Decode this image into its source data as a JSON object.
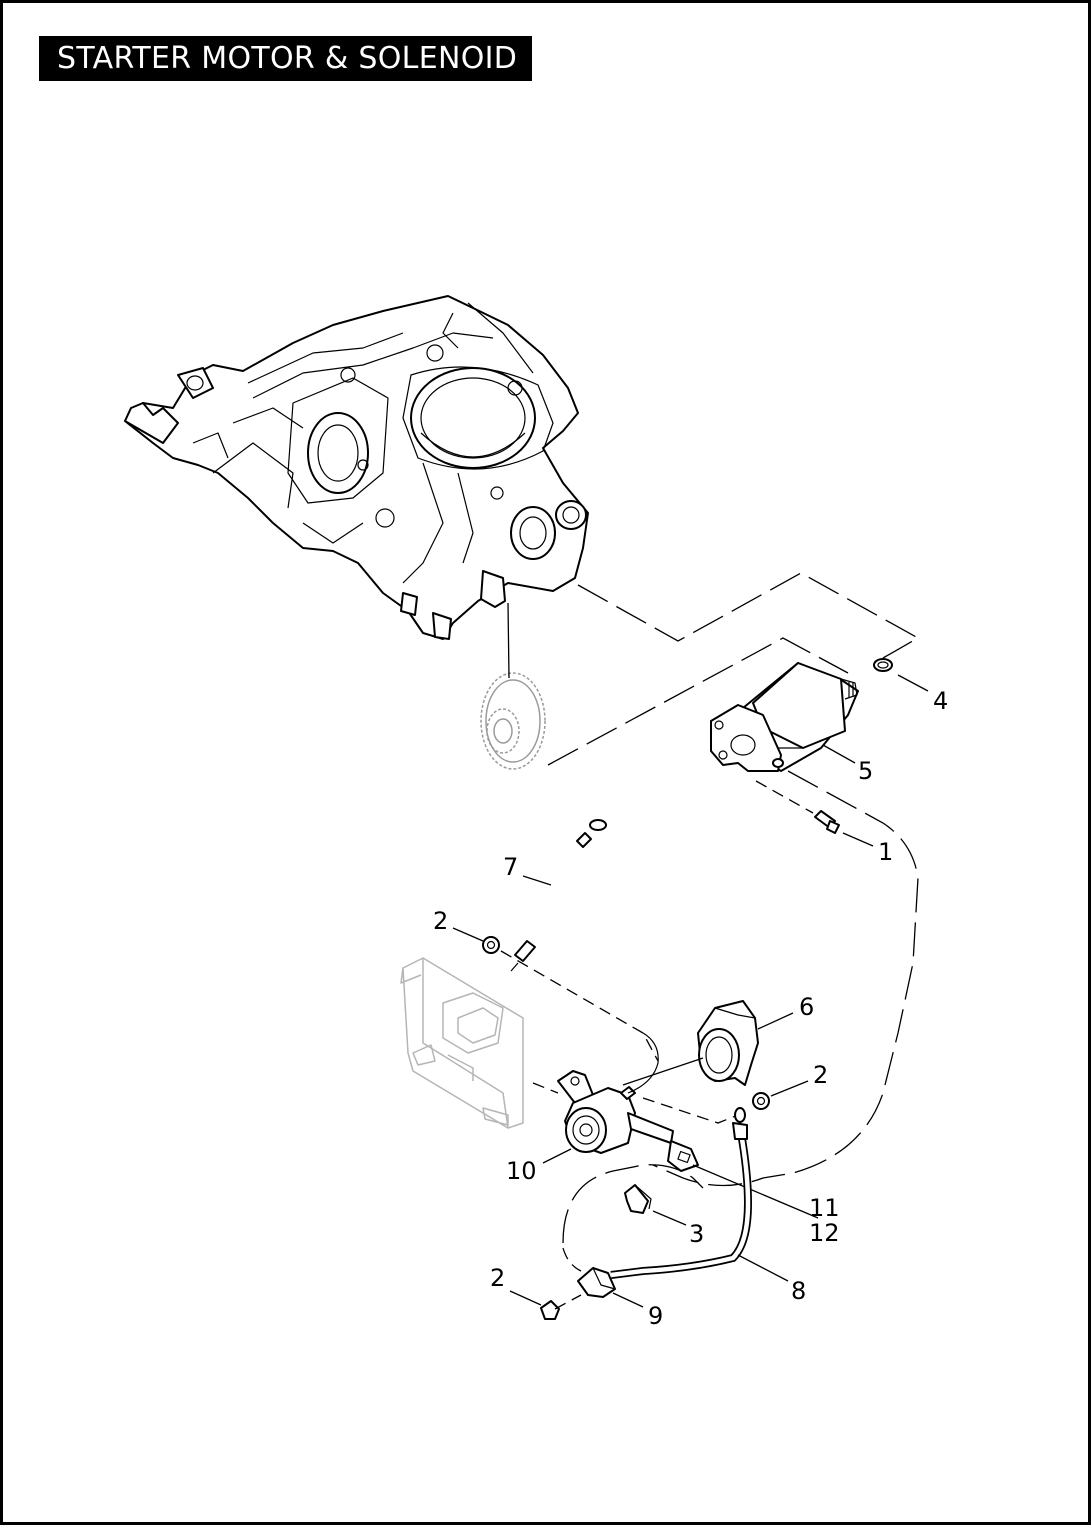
{
  "title": "STARTER MOTOR & SOLENOID",
  "callouts": {
    "c1": "1",
    "c2a": "2",
    "c2b": "2",
    "c2c": "2",
    "c3": "3",
    "c4": "4",
    "c5": "5",
    "c6": "6",
    "c7": "7",
    "c8": "8",
    "c9": "9",
    "c10": "10",
    "c11": "11",
    "c12": "12"
  }
}
